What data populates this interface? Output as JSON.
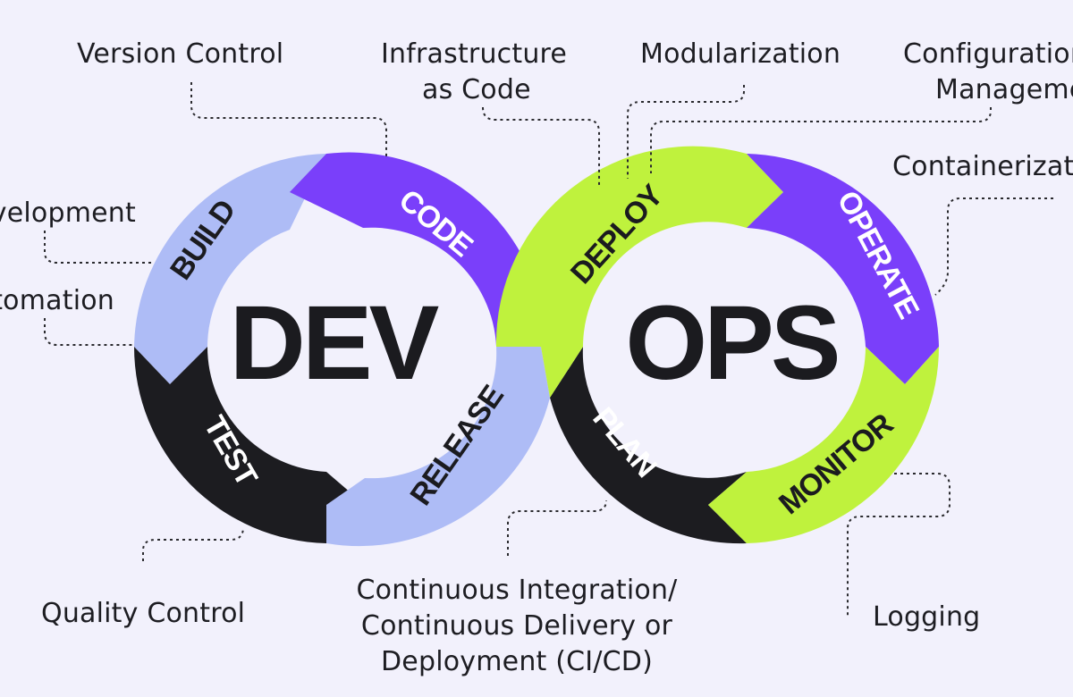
{
  "center": {
    "left": "DEV",
    "right": "OPS"
  },
  "stages": [
    {
      "key": "code",
      "label": "CODE",
      "color": "#7a3ffa",
      "text_color": "#ffffff"
    },
    {
      "key": "build",
      "label": "BUILD",
      "color": "#aebcf6",
      "text_color": "#1b1b1f"
    },
    {
      "key": "test",
      "label": "TEST",
      "color": "#1c1c20",
      "text_color": "#ffffff"
    },
    {
      "key": "release",
      "label": "RELEASE",
      "color": "#aebcf6",
      "text_color": "#1b1b1f"
    },
    {
      "key": "deploy",
      "label": "DEPLOY",
      "color": "#bff23d",
      "text_color": "#1b1b1f"
    },
    {
      "key": "operate",
      "label": "OPERATE",
      "color": "#7a3ffa",
      "text_color": "#ffffff"
    },
    {
      "key": "monitor",
      "label": "MONITOR",
      "color": "#bff23d",
      "text_color": "#1b1b1f"
    },
    {
      "key": "plan",
      "label": "PLAN",
      "color": "#1c1c20",
      "text_color": "#ffffff"
    }
  ],
  "callouts": {
    "version_control": "Version Control",
    "iac_line1": "Infrastructure",
    "iac_line2": "as Code",
    "modularization": "Modularization",
    "config_line1": "Configuration",
    "config_line2": "Management",
    "containerization": "Containerization",
    "development": "Development",
    "automation": "Automation",
    "quality_control": "Quality Control",
    "cicd_line1": "Continuous Integration/",
    "cicd_line2": "Continuous Delivery or",
    "cicd_line3": "Deployment (CI/CD)",
    "logging": "Logging"
  }
}
